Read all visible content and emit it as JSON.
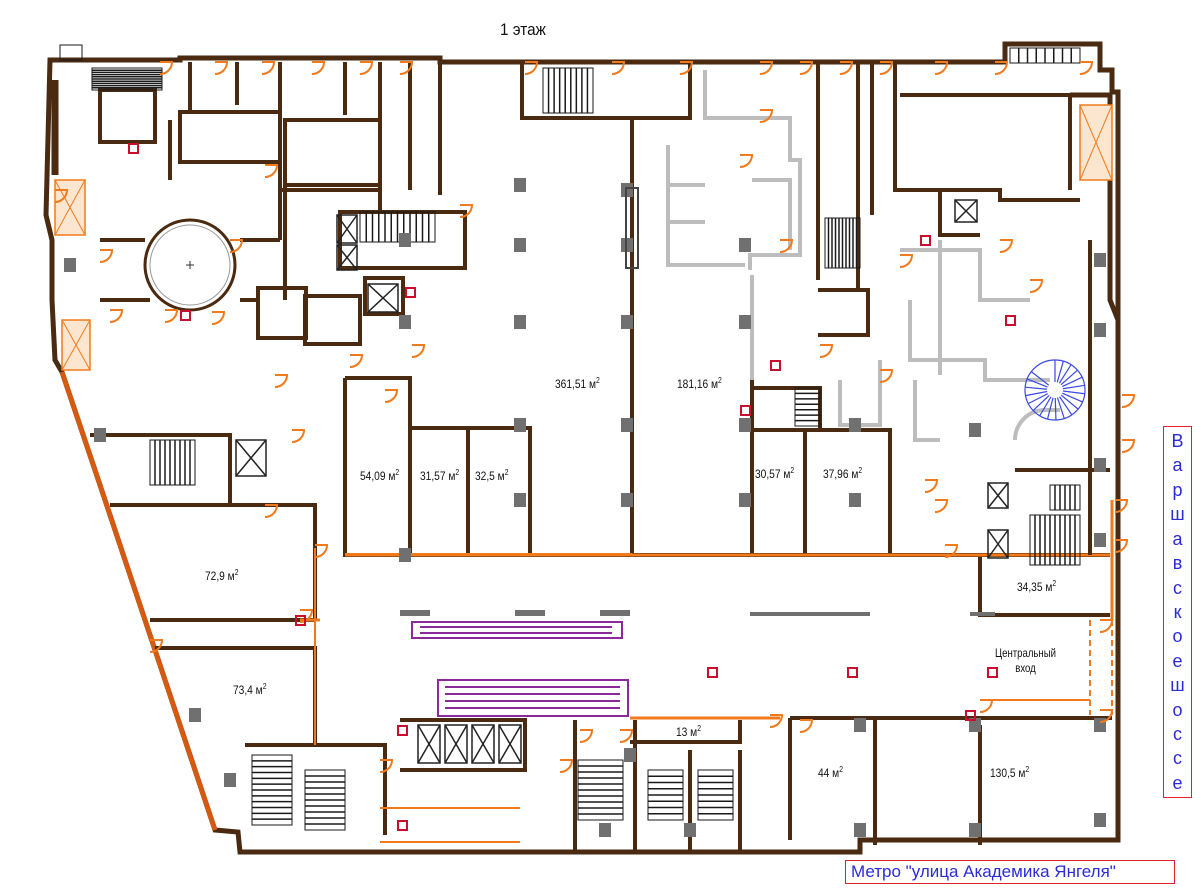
{
  "floor_title": "1 этаж",
  "units": [
    {
      "id": "u361",
      "label": "361,51 м",
      "sup": "2"
    },
    {
      "id": "u181",
      "label": "181,16 м",
      "sup": "2"
    },
    {
      "id": "u54",
      "label": "54,09 м",
      "sup": "2"
    },
    {
      "id": "u31",
      "label": "31,57 м",
      "sup": "2"
    },
    {
      "id": "u32",
      "label": "32,5 м",
      "sup": "2"
    },
    {
      "id": "u30",
      "label": "30,57 м",
      "sup": "2"
    },
    {
      "id": "u37",
      "label": "37,96 м",
      "sup": "2"
    },
    {
      "id": "u34",
      "label": "34,35 м",
      "sup": "2"
    },
    {
      "id": "u72",
      "label": "72,9 м",
      "sup": "2"
    },
    {
      "id": "u73",
      "label": "73,4 м",
      "sup": "2"
    },
    {
      "id": "u13",
      "label": "13 м",
      "sup": "2"
    },
    {
      "id": "u44",
      "label": "44 м",
      "sup": "2"
    },
    {
      "id": "u130",
      "label": "130,5 м",
      "sup": "2"
    }
  ],
  "entrance": {
    "line1": "Центральный",
    "line2": "вход"
  },
  "road_label": "Варшавское шоссе",
  "metro_label": "Метро \"улица Академика Янгеля\"",
  "colors": {
    "wall": "#4a2a10",
    "door": "#f07a1c",
    "column": "#707070",
    "escalator": "#8a2a9a",
    "stair": "#1a1a1a",
    "label_blue": "#2b2bd6",
    "frame_red": "#e0202a",
    "interior_grey": "#bdbdbd",
    "spiral": "#3a4ae0"
  }
}
